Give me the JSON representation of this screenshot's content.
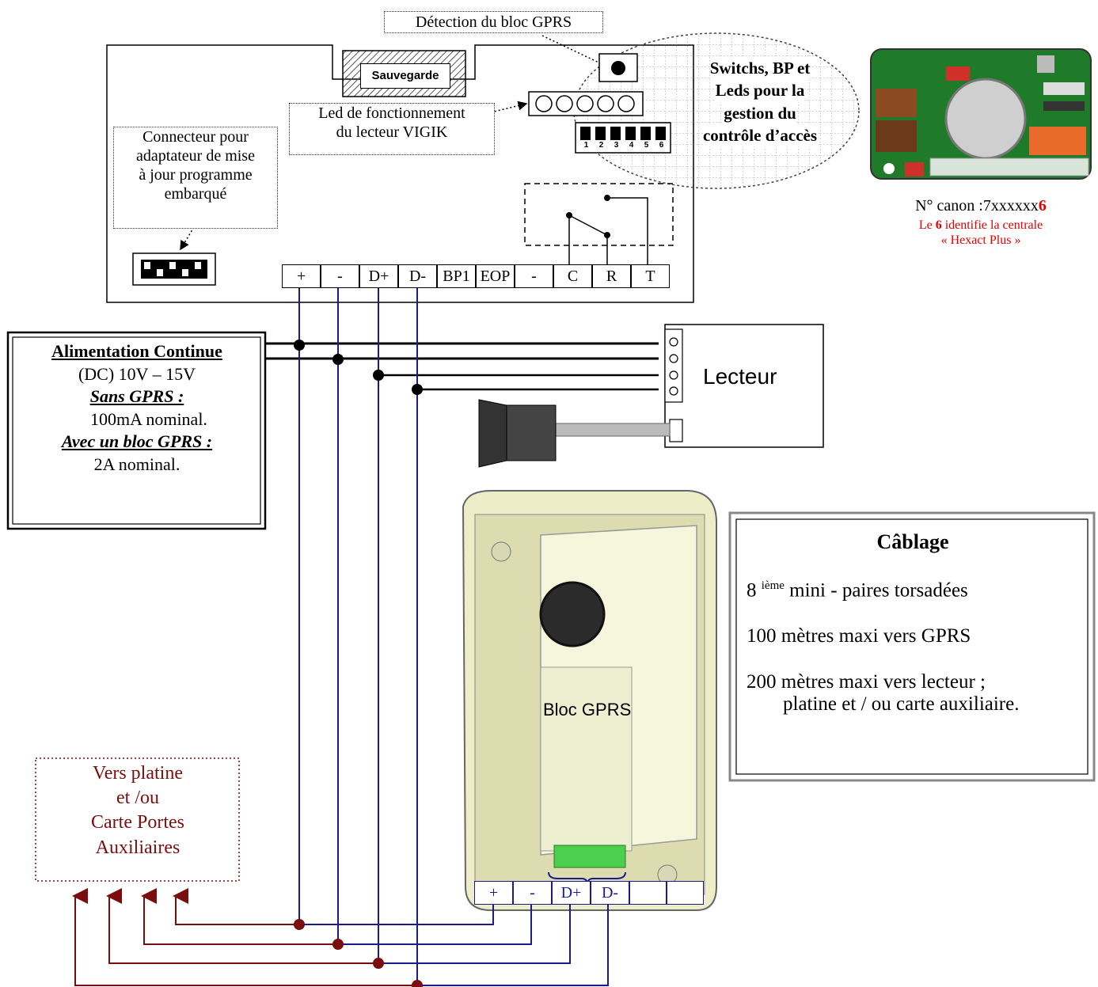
{
  "top_label": "Détection du bloc GPRS",
  "backup_label": "Sauvegarde",
  "led_label_line1": "Led de fonctionnement",
  "led_label_line2": "du lecteur VIGIK",
  "connector_label": [
    "Connecteur pour",
    "adaptateur de mise",
    "à jour programme",
    "embarqué"
  ],
  "switch_label": [
    "Switchs, BP et",
    "Leds pour la",
    "gestion du",
    "contrôle d’accès"
  ],
  "dip_numbers": [
    "1",
    "2",
    "3",
    "4",
    "5",
    "6"
  ],
  "main_terminals": [
    "+",
    "-",
    "D+",
    "D-",
    "BP1",
    "EOP",
    "-",
    "C",
    "R",
    "T"
  ],
  "canon": {
    "prefix": "N° canon :7xxxxxx",
    "digit": "6",
    "line2_pre": "Le ",
    "line2_digit": "6",
    "line2_post": " identifie la centrale",
    "line3": "« Hexact Plus »"
  },
  "power": {
    "title": "Alimentation Continue",
    "range": "(DC)  10V – 15V",
    "no_gprs": "Sans GPRS :",
    "no_gprs_val": "100mA nominal.",
    "with_gprs": "Avec un bloc GPRS :",
    "with_gprs_val": "2A nominal."
  },
  "reader_label": "Lecteur",
  "gprs_label": "Bloc GPRS",
  "gprs_terminals": [
    "+",
    "-",
    "D+",
    "D-",
    "",
    ""
  ],
  "aux_label": [
    "Vers platine",
    "et /ou",
    "Carte Portes",
    "Auxiliaires"
  ],
  "cabling": {
    "title": "Câblage",
    "line1_pre": "8 ",
    "line1_sup": "ième",
    "line1_post": " mini - paires torsadées",
    "line2": "100 mètres maxi vers GPRS",
    "line3a": "200 mètres maxi vers lecteur ;",
    "line3b": "platine et / ou carte auxiliaire."
  },
  "colors": {
    "wire_blue": "#1a1a8c",
    "wire_red": "#7a0e0e",
    "red_text": "#e00000",
    "aux_text": "#7a0e0e"
  }
}
